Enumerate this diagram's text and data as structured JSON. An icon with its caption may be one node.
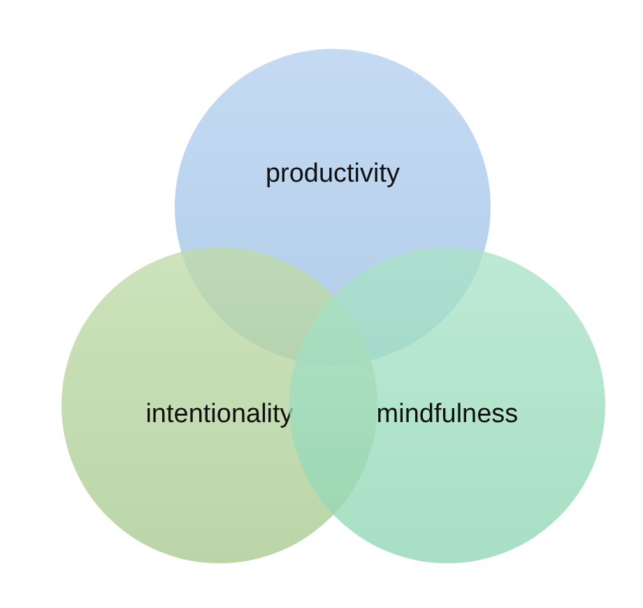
{
  "diagram": {
    "nodes": [
      {
        "text": [
          "productivity"
        ]
      },
      {
        "text": [
          "intentionality"
        ]
      },
      {
        "text": [
          "mindfulness"
        ]
      }
    ]
  }
}
